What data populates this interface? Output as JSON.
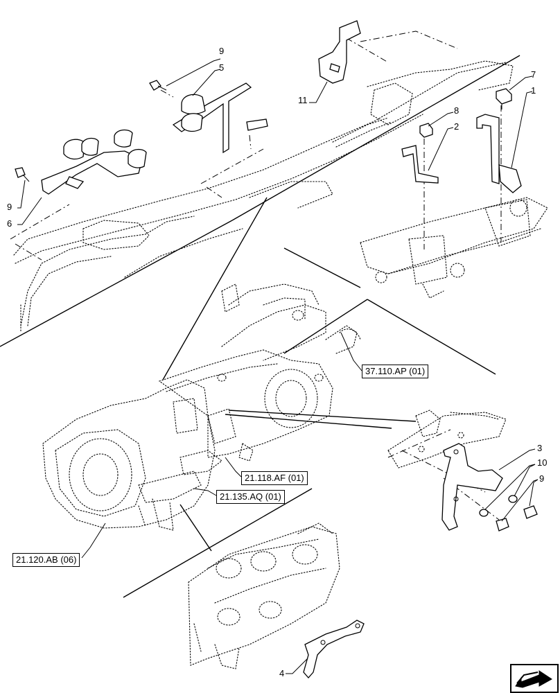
{
  "diagram": {
    "callouts": {
      "c1": "1",
      "c2": "2",
      "c3": "3",
      "c4": "4",
      "c5": "5",
      "c6": "6",
      "c7": "7",
      "c8": "8",
      "c9_top": "9",
      "c9_left": "9",
      "c9_right": "9",
      "c10": "10",
      "c11": "11"
    },
    "references": {
      "ref_37110": "37.110.AP (01)",
      "ref_21118": "21.118.AF (01)",
      "ref_21135": "21.135.AQ (01)",
      "ref_21120": "21.120.AB (06)"
    },
    "nav_icon": "previous-page-arrow-icon"
  }
}
